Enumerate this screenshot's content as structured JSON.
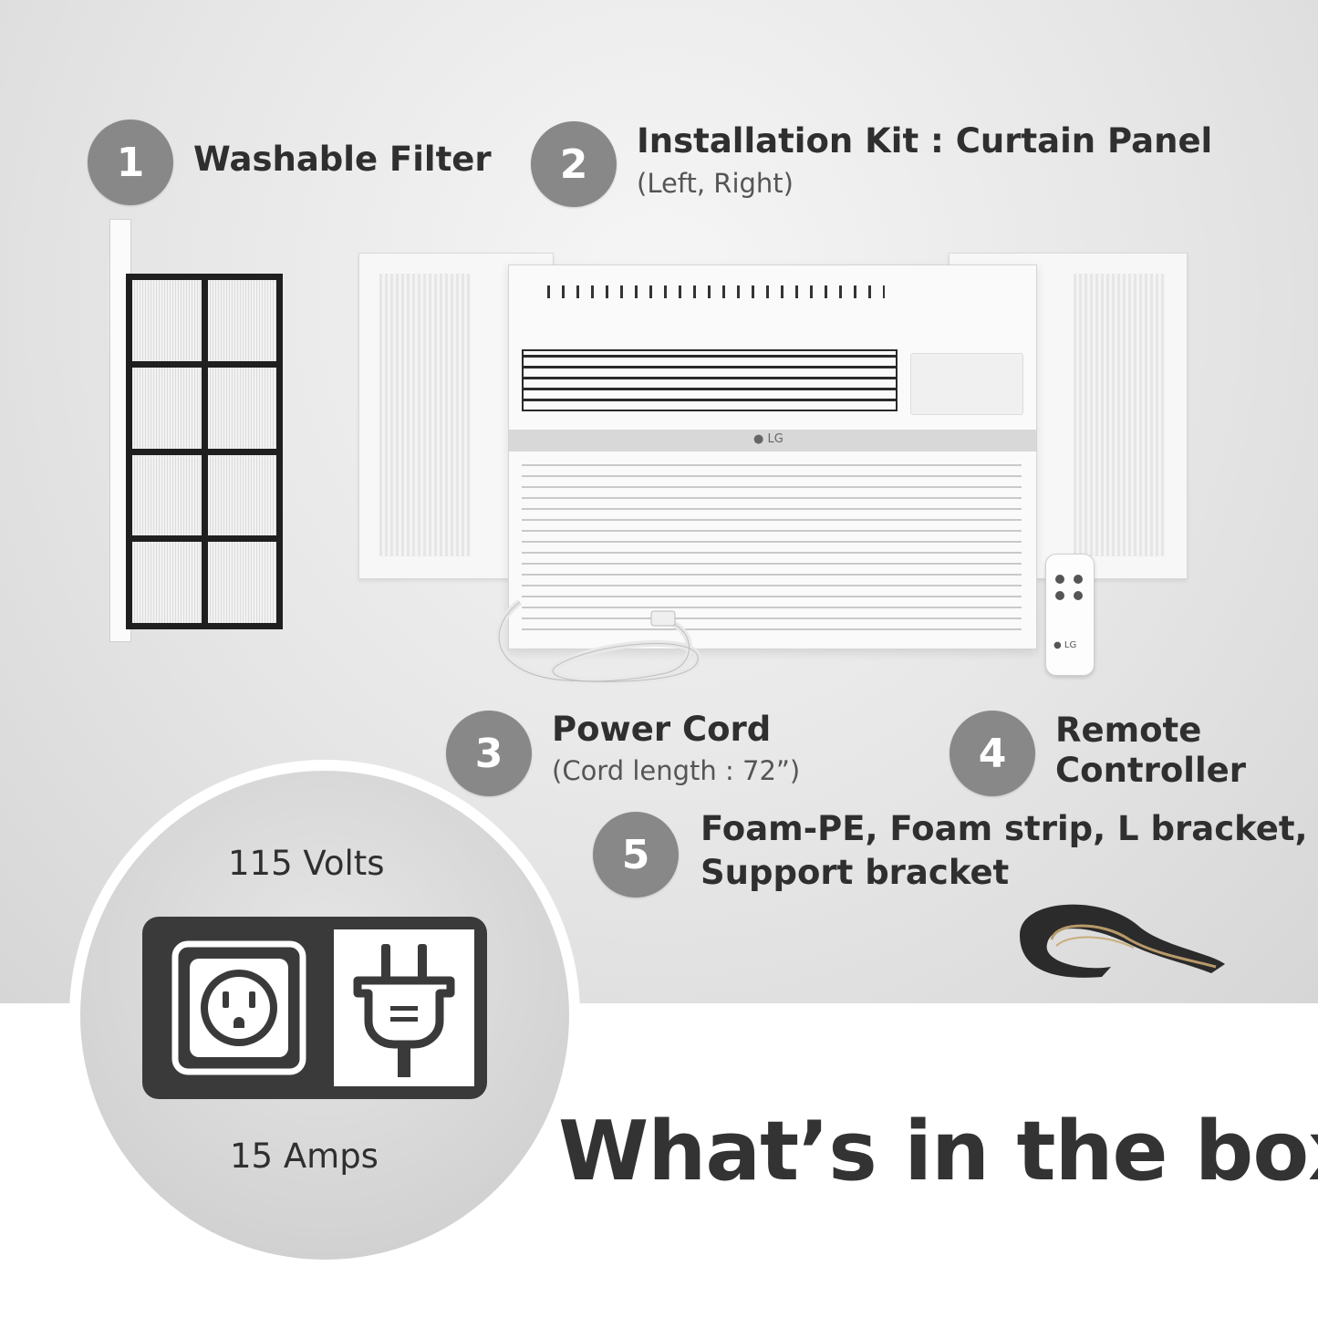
{
  "items": [
    {
      "number": "1",
      "label": "Washable Filter"
    },
    {
      "number": "2",
      "label": "Installation Kit : Curtain Panel",
      "sub": "(Left, Right)"
    },
    {
      "number": "3",
      "label": "Power Cord",
      "sub": "(Cord length : 72”)"
    },
    {
      "number": "4",
      "label": "Remote",
      "label2": "Controller"
    },
    {
      "number": "5",
      "label": "Foam-PE, Foam strip, L bracket,",
      "label2": "Support bracket"
    }
  ],
  "power": {
    "volts": "115 Volts",
    "amps": "15 Amps"
  },
  "headline": "What’s in the box",
  "colors": {
    "badge": "#888888",
    "text": "#2f2f2f",
    "icon_dark": "#3a3a3a"
  }
}
